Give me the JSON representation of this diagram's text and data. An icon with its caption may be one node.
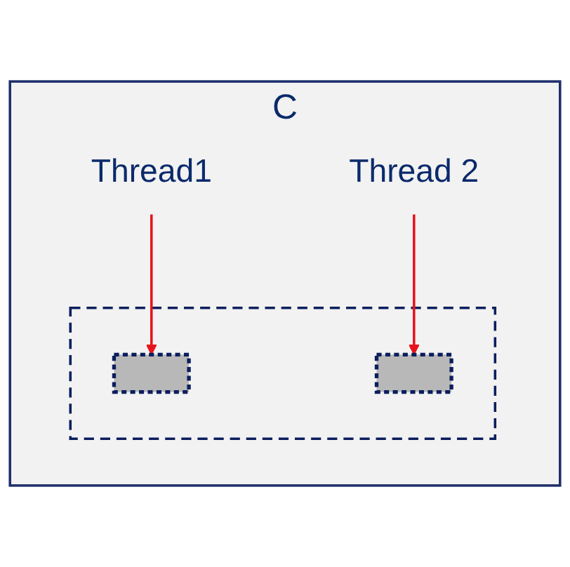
{
  "diagram": {
    "nodes": [
      {
        "text": [
          "C"
        ]
      },
      {
        "text": [
          "Thread1"
        ],
        "in": 0
      },
      {
        "text": [],
        "shape": "box",
        "in": 0
      },
      {
        "text": [],
        "shape": "box",
        "in": 2
      },
      {
        "text": [],
        "shape": "box",
        "in": 2
      },
      {
        "text": [
          "Thread 2"
        ],
        "in": 0
      }
    ],
    "edges": [
      {
        "from": 1,
        "to": 3,
        "arrow": "to",
        "color": "#e8141b"
      },
      {
        "from": 5,
        "to": 4,
        "arrow": "to",
        "color": "#e8141b"
      }
    ]
  }
}
